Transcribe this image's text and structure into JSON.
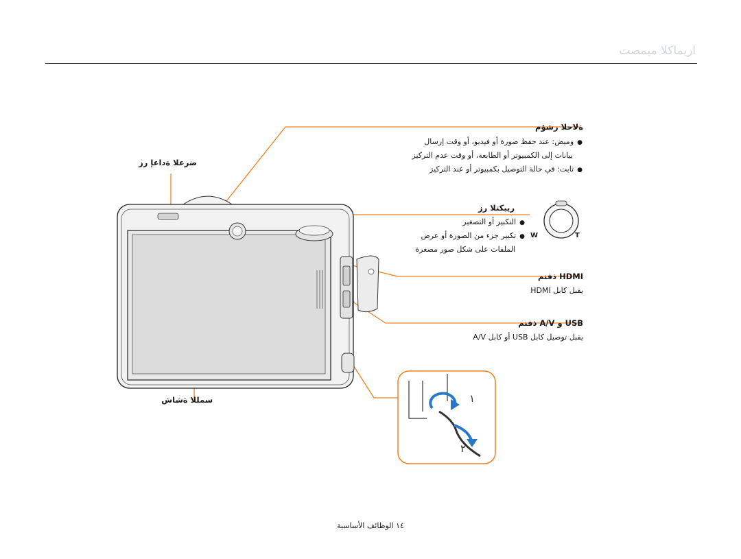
{
  "header": {
    "title": "اريماكلا ميمصت"
  },
  "callouts": {
    "power_light": {
      "title": "ةلاحلا رشؤم",
      "lines": [
        "وميض: عند حفظ صورة أو فيديو، أو وقت إرسال",
        "بيانات إلى الكمبيوتر أو الطابعة، أو وقت عدم التركيز",
        "ثابت: في حالة التوصيل بكمبيوتر أو عند التركيز"
      ]
    },
    "playback": {
      "title": "ضرعلا ةداعإ رز"
    },
    "zoom": {
      "title": "ريبكتلا رز",
      "lines": [
        "التكبير أو التصغير",
        "تكبير جزء من الصورة أو عرض",
        "الملفات على شكل صور مصغرة"
      ]
    },
    "hdmi": {
      "title": "HDMI ذفنم",
      "line": "يقبل كابل HDMI"
    },
    "usb": {
      "title": "USB و A/V ذفنم",
      "line": "يقبل توصيل كابل USB أو كابل A/V"
    },
    "screen": {
      "title": "سمللا ةشاش"
    }
  },
  "strap_steps": [
    "١",
    "٢"
  ],
  "zoom_icons": [
    "W",
    "T"
  ],
  "footer": {
    "text": "الوظائف الأساسية",
    "page": "١٤"
  },
  "colors": {
    "callout": "#f07f20",
    "rule": "#333333"
  }
}
